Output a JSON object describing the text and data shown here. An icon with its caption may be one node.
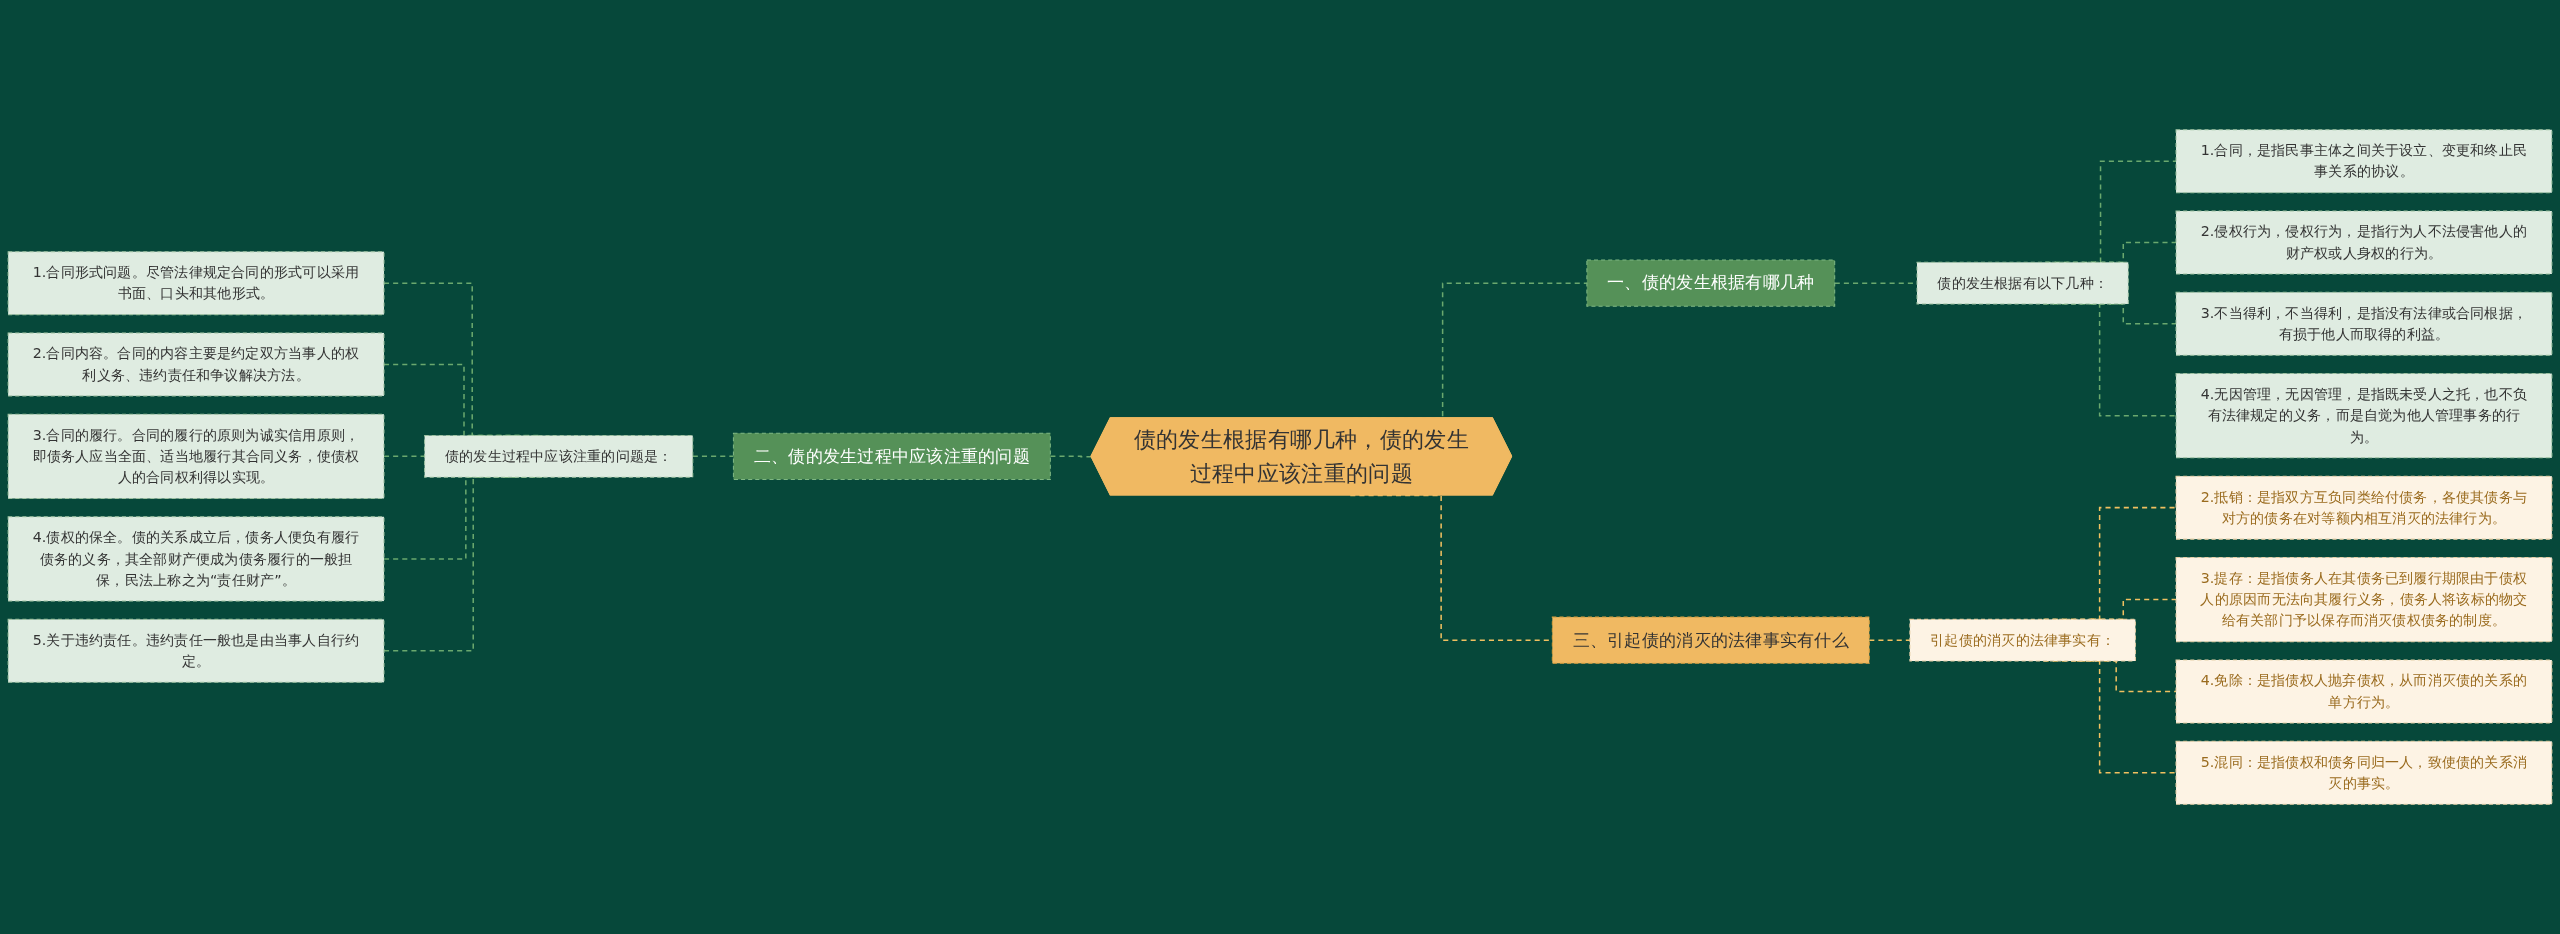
{
  "diagram": {
    "nodes": [
      {
        "text": [
          "债的发生根据有哪几种，债的发生过程中应该注重的问题"
        ]
      },
      {
        "text": [
          "一、债的发生根据有哪几种"
        ]
      },
      {
        "text": [
          "债的发生根据有以下几种："
        ]
      },
      {
        "text": [
          "1.合同，是指民事主体之间关于设立、变更和终止民事关系的协议。"
        ]
      },
      {
        "text": [
          "2.侵权行为，侵权行为，是指行为人不法侵害他人的财产权或人身权的行为。"
        ]
      },
      {
        "text": [
          "3.不当得利，不当得利，是指没有法律或合同根据，有损于他人而取得的利益。"
        ]
      },
      {
        "text": [
          "4.无因管理，无因管理，是指既未受人之托，也不负有法律规定的义务，而是自觉为他人管理事务的行为。"
        ]
      },
      {
        "text": [
          "二、债的发生过程中应该注重的问题"
        ]
      },
      {
        "text": [
          "债的发生过程中应该注重的问题是："
        ]
      },
      {
        "text": [
          "1.合同形式问题。尽管法律规定合同的形式可以采用书面、口头和其他形式。"
        ]
      },
      {
        "text": [
          "2.合同内容。合同的内容主要是约定双方当事人的权利义务、违约责任和争议解决方法。"
        ]
      },
      {
        "text": [
          "3.合同的履行。合同的履行的原则为诚实信用原则，即债务人应当全面、适当地履行其合同义务，使债权人的合同权利得以实现。"
        ]
      },
      {
        "text": [
          "4.债权的保全。债的关系成立后，债务人便负有履行债务的义务，其全部财产便成为债务履行的一般担保，民法上称之为“责任财产”。"
        ]
      },
      {
        "text": [
          "5.关于违约责任。违约责任一般也是由当事人自行约定。"
        ]
      },
      {
        "text": [
          "三、引起债的消灭的法律事实有什么"
        ]
      },
      {
        "text": [
          "引起债的消灭的法律事实有："
        ]
      },
      {
        "text": [
          "2.抵销：是指双方互负同类给付债务，各使其债务与对方的债务在对等额内相互消灭的法律行为。"
        ]
      },
      {
        "text": [
          "3.提存：是指债务人在其债务已到履行期限由于债权人的原因而无法向其履行义务，债务人将该标的物交给有关部门予以保存而消灭债权债务的制度。"
        ]
      },
      {
        "text": [
          "4.免除：是指债权人抛弃债权，从而消灭债的关系的单方行为。"
        ]
      },
      {
        "text": [
          "5.混同：是指债权和债务同归一人，致使债的关系消灭的事实。"
        ]
      }
    ],
    "edges": [
      {
        "from": 0,
        "to": 1,
        "arrow": "none",
        "style": "dashed"
      },
      {
        "from": 1,
        "to": 2,
        "arrow": "none",
        "style": "dashed"
      },
      {
        "from": 2,
        "to": 3,
        "arrow": "none",
        "style": "dashed"
      },
      {
        "from": 2,
        "to": 4,
        "arrow": "none",
        "style": "dashed"
      },
      {
        "from": 2,
        "to": 5,
        "arrow": "none",
        "style": "dashed"
      },
      {
        "from": 2,
        "to": 6,
        "arrow": "none",
        "style": "dashed"
      },
      {
        "from": 7,
        "to": 0,
        "arrow": "none",
        "style": "dashed"
      },
      {
        "from": 8,
        "to": 7,
        "arrow": "none",
        "style": "dashed"
      },
      {
        "from": 9,
        "to": 8,
        "arrow": "none",
        "style": "dashed"
      },
      {
        "from": 10,
        "to": 8,
        "arrow": "none",
        "style": "dashed"
      },
      {
        "from": 11,
        "to": 8,
        "arrow": "none",
        "style": "dashed"
      },
      {
        "from": 12,
        "to": 8,
        "arrow": "none",
        "style": "dashed"
      },
      {
        "from": 13,
        "to": 8,
        "arrow": "none",
        "style": "dashed"
      },
      {
        "from": 0,
        "to": 14,
        "arrow": "none",
        "style": "dashed",
        "color": "#f0c060"
      },
      {
        "from": 14,
        "to": 15,
        "arrow": "none",
        "style": "dashed",
        "color": "#f0c060"
      },
      {
        "from": 15,
        "to": 16,
        "arrow": "none",
        "style": "dashed",
        "color": "#f0c060"
      },
      {
        "from": 15,
        "to": 17,
        "arrow": "none",
        "style": "dashed",
        "color": "#f0c060"
      },
      {
        "from": 15,
        "to": 18,
        "arrow": "none",
        "style": "dashed",
        "color": "#f0c060"
      },
      {
        "from": 15,
        "to": 19,
        "arrow": "none",
        "style": "dashed",
        "color": "#f0c060"
      }
    ]
  }
}
